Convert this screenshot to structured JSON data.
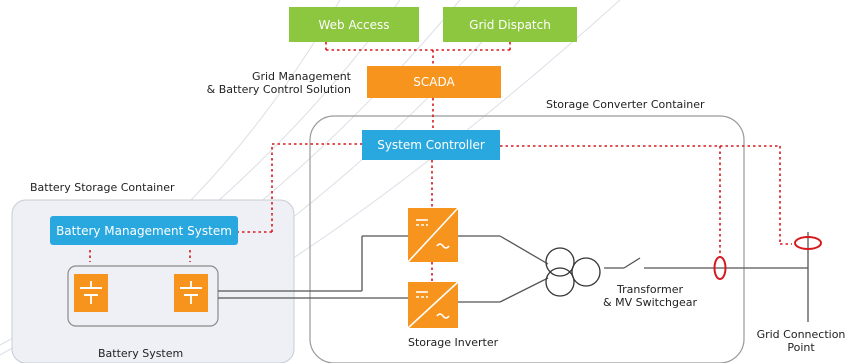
{
  "colors": {
    "green": "#8dc63f",
    "orange": "#f7941d",
    "blue": "#29a8e0",
    "red_dotted": "#d7191c",
    "container_fill": "#eef0f6"
  },
  "boxes": {
    "web_access": "Web Access",
    "grid_dispatch": "Grid Dispatch",
    "scada": "SCADA",
    "system_controller": "System Controller",
    "bms": "Battery Management System"
  },
  "labels": {
    "grid_mgmt_line1": "Grid Management",
    "grid_mgmt_line2": "& Battery Control Solution",
    "storage_converter_container": "Storage Converter Container",
    "battery_storage_container": "Battery Storage Container",
    "transformer_line1": "Transformer",
    "transformer_line2": "& MV Switchgear",
    "grid_connection_line1": "Grid Connection",
    "grid_connection_line2": "Point",
    "storage_inverter": "Storage Inverter",
    "battery_system": "Battery System"
  },
  "icons": {
    "inverter": "dc-ac-inverter-icon",
    "battery": "battery-cell-icon",
    "transformer": "three-winding-transformer-icon",
    "sensor": "current-sensor-ring-icon"
  }
}
